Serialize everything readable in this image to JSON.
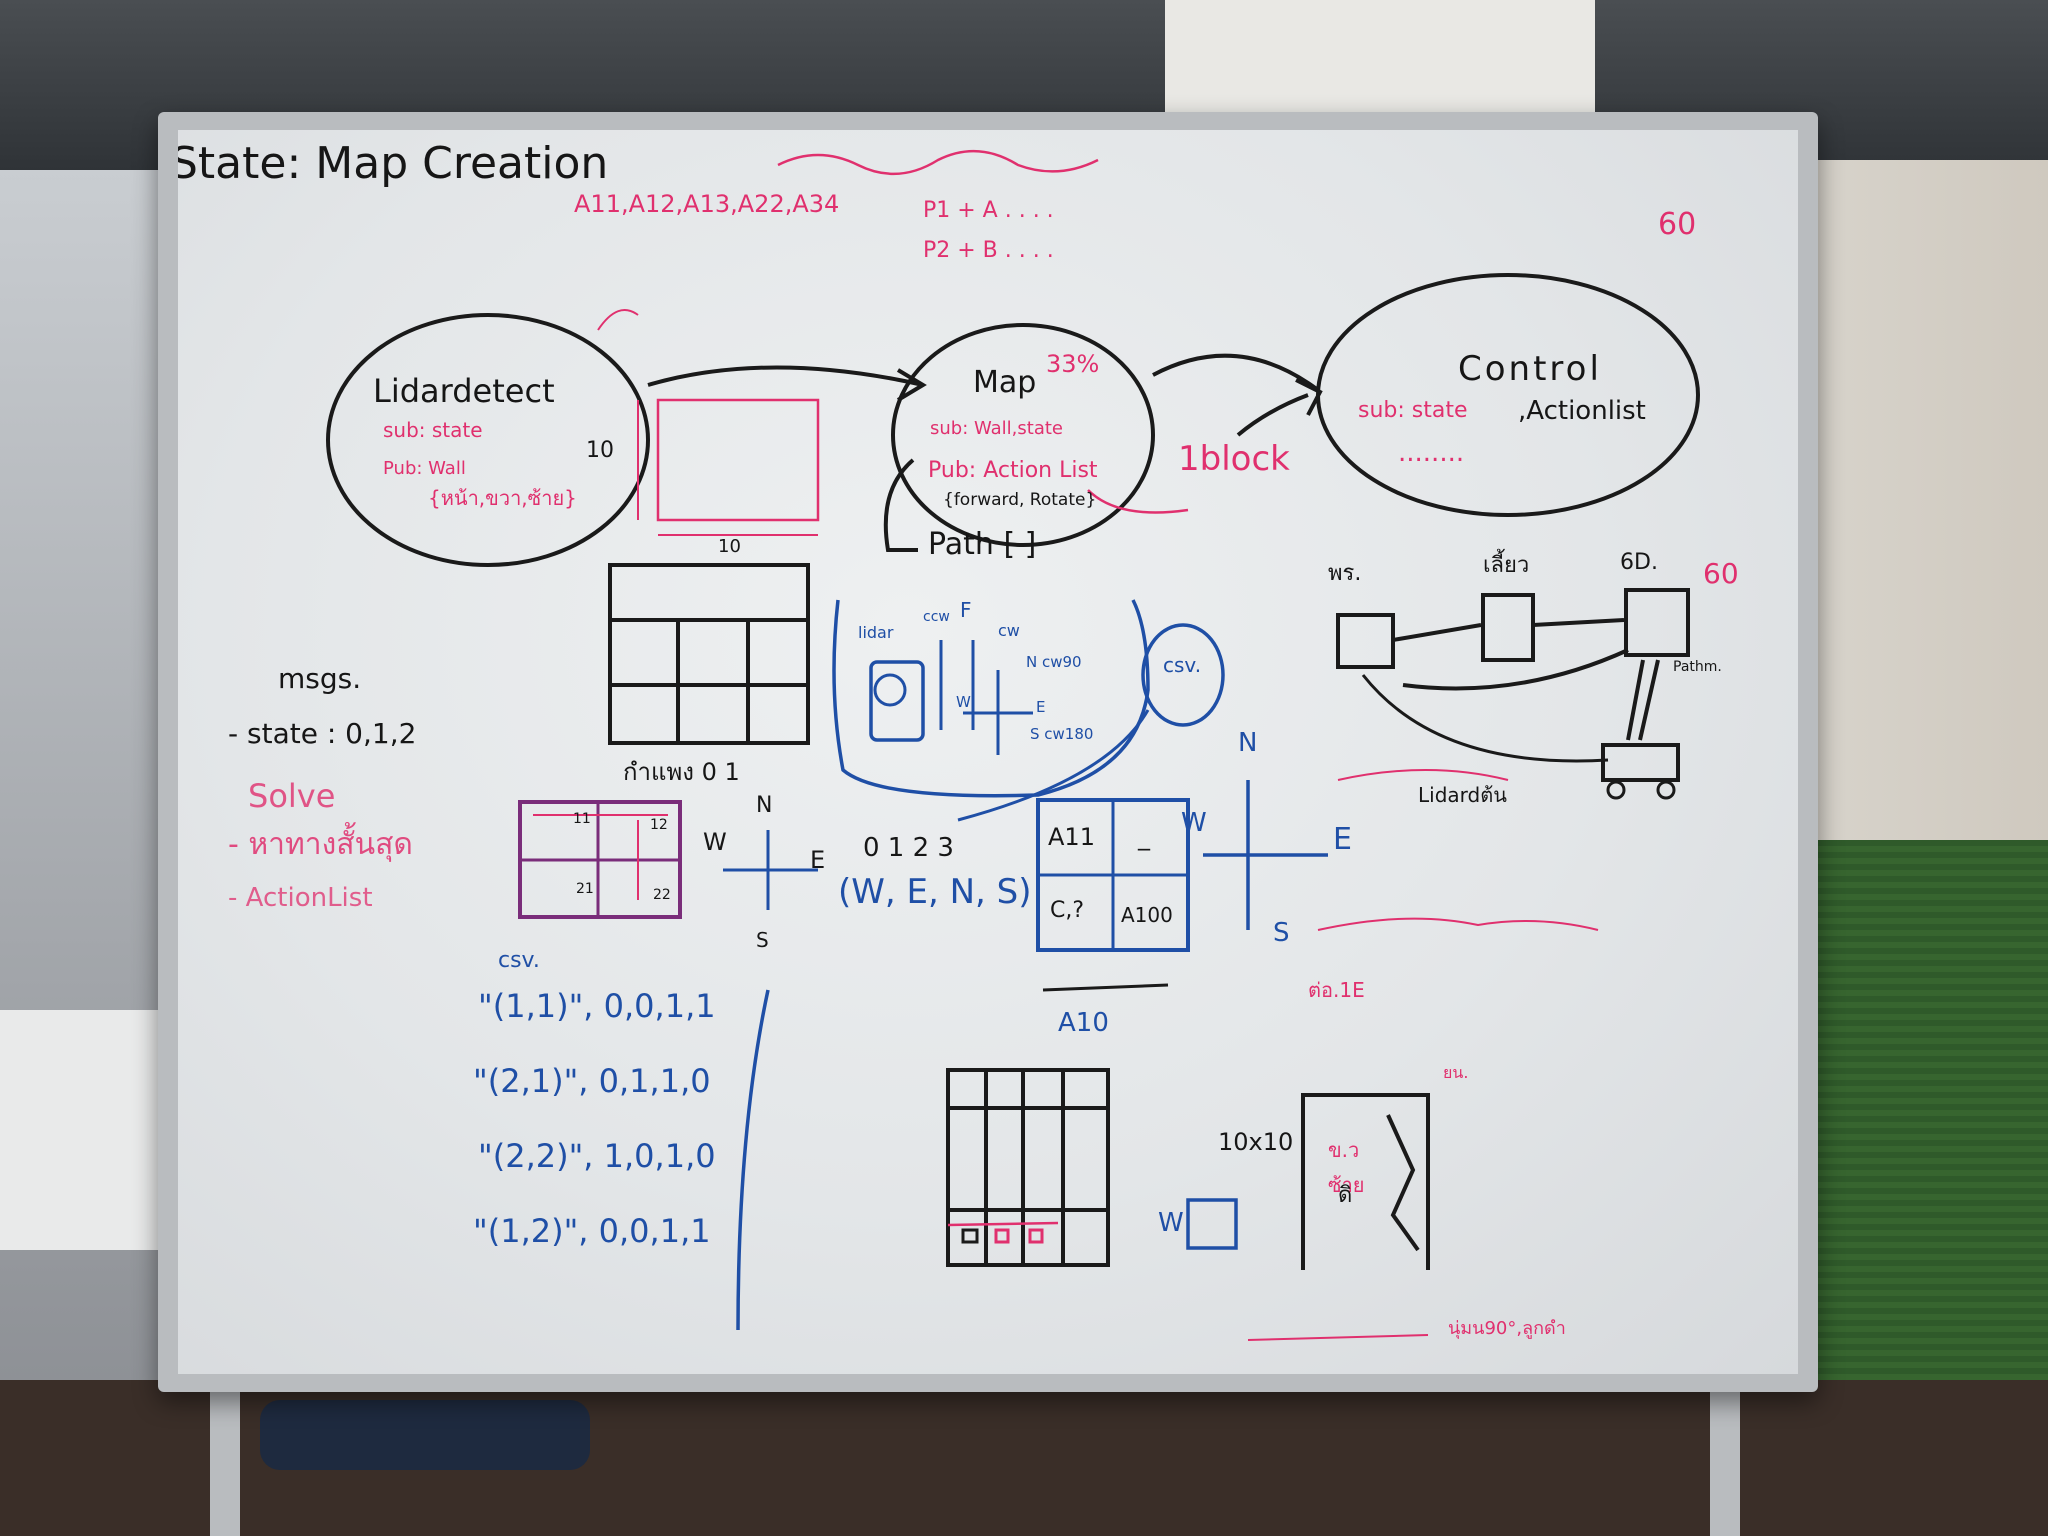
{
  "board": {
    "title": "State: Map Creation",
    "top_pink_list": "A11,A12,A13,A22,A34",
    "top_right_p1": "P1 + A . . . .",
    "top_right_p2": "P2 + B . . . .",
    "top_right_number": "60",
    "lidar_node": {
      "name": "Lidardetect",
      "sub": "sub: state",
      "pub": "Pub: Wall",
      "values": "{หน้า,ขวา,ซ้าย}"
    },
    "map_node": {
      "name": "Map",
      "percent": "33%",
      "sub": "sub: Wall,state",
      "pub": "Pub: Action List",
      "values": "{forward, Rotate}"
    },
    "control_node": {
      "name": "Control",
      "sub": "sub: state",
      "sub_extra": ",Actionlist",
      "dots": "........"
    },
    "block_note": "1block",
    "path_label": "Path [ ]",
    "size_left": "10",
    "size_bottom": "10",
    "lidar_box": {
      "lidar": "lidar",
      "ccw": "ccw",
      "f": "F",
      "cw": "cw",
      "n_cw90": "N cw90",
      "w": "W",
      "e": "E",
      "s_cw180": "S cw180",
      "csv": "csv."
    },
    "flow_right": {
      "a": "พร.",
      "b": "เลี้ยว",
      "c": "6D.",
      "number": "60",
      "pathm": "Pathm.",
      "lidar": "Lidardต้น"
    },
    "msgs": {
      "title": "msgs.",
      "state": "- state : 0,1,2"
    },
    "solve": {
      "title": "Solve",
      "line1": "- หาทางสั้นสุด",
      "line2": "- ActionList"
    },
    "grid_note": "กำแพง 0 1",
    "small_grid": {
      "top_left": "11",
      "top_right": "12",
      "bottom_left": "21",
      "bottom_right": "22"
    },
    "compass_small": {
      "n": "N",
      "w": "W",
      "e": "E",
      "s": "S"
    },
    "index_labels": "0   1   2   3",
    "index_dirs": "(W, E, N, S)",
    "a_grid": {
      "top_left": "A11",
      "top_right": "_",
      "bottom_left": "C,?",
      "bottom_right": "A100"
    },
    "a10": "A10",
    "compass_big": {
      "n": "N",
      "w": "W",
      "e": "E",
      "s": "S"
    },
    "csv": {
      "title": "csv.",
      "rows": [
        "\"(1,1)\", 0,0,1,1",
        "\"(2,1)\", 0,1,1,0",
        "\"(2,2)\", 1,0,1,0",
        "\"(1,2)\", 0,0,1,1"
      ]
    },
    "grid_10x10": "10x10",
    "right_notes": {
      "n1": "ต่อ.1E",
      "n2": "ข.ว",
      "n3": "ซ้าย",
      "n4": "นุ่มน90°,ลูกดำ",
      "w": "W",
      "robot": "ดิ",
      "n5": "ยน."
    }
  }
}
